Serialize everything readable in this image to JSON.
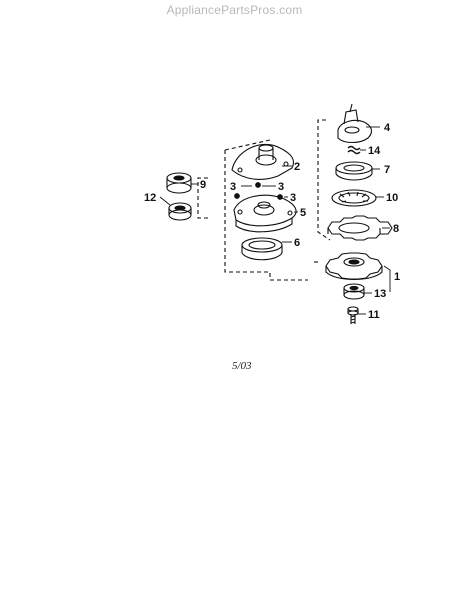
{
  "watermark": "AppliancePartsPros.com",
  "date_code": "5/03",
  "callouts": {
    "c1": "1",
    "c2": "2",
    "c3a": "3",
    "c3b": "3",
    "c3c": "3",
    "c4": "4",
    "c5": "5",
    "c6": "6",
    "c7": "7",
    "c8": "8",
    "c9": "9",
    "c10": "10",
    "c11": "11",
    "c12": "12",
    "c13": "13",
    "c14": "14"
  }
}
